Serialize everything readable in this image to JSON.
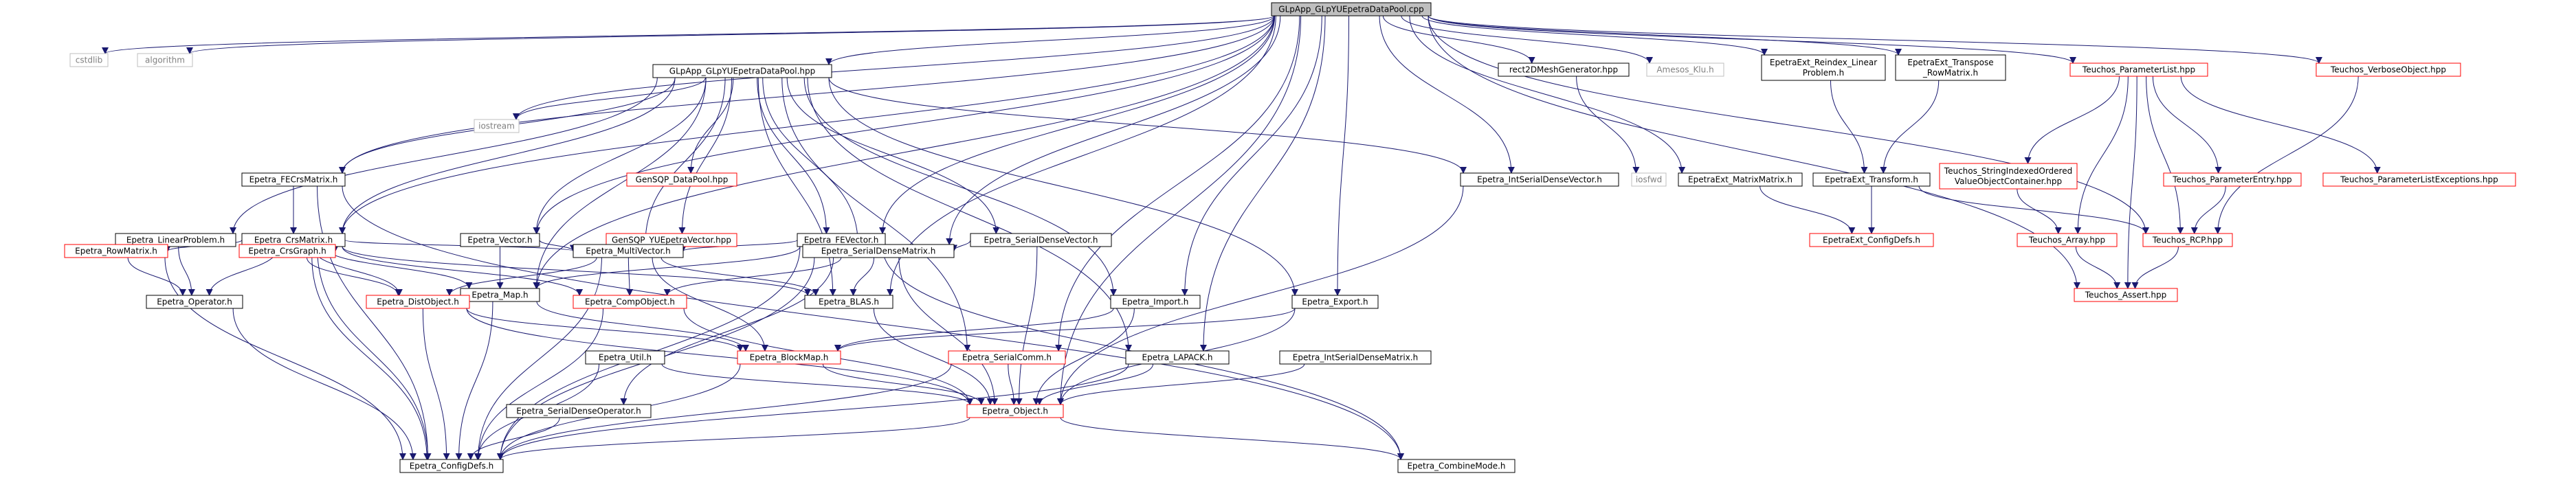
{
  "colors": {
    "edge": "#191970",
    "border_black": "#000000",
    "border_red": "#ff0000",
    "border_gray": "#bfbfbf",
    "text_black": "#000000",
    "text_gray": "#808080",
    "root_fill": "#bfbfbf",
    "node_fill": "#ffffff"
  },
  "nodes": {
    "root": {
      "lines": [
        "GLpApp_GLpYUEpetraDataPool.cpp"
      ],
      "style": "root"
    },
    "cstdlib": {
      "lines": [
        "cstdlib"
      ],
      "style": "gray"
    },
    "algorithm": {
      "lines": [
        "algorithm"
      ],
      "style": "gray"
    },
    "fecrs": {
      "lines": [
        "Epetra_FECrsMatrix.h"
      ],
      "style": "black"
    },
    "hpp": {
      "lines": [
        "GLpApp_GLpYUEpetraDataPool.hpp"
      ],
      "style": "black"
    },
    "iostream": {
      "lines": [
        "iostream"
      ],
      "style": "gray"
    },
    "gensqpdp": {
      "lines": [
        "GenSQP_DataPool.hpp"
      ],
      "style": "red"
    },
    "rect2d": {
      "lines": [
        "rect2DMeshGenerator.hpp"
      ],
      "style": "black"
    },
    "amesos": {
      "lines": [
        "Amesos_Klu.h"
      ],
      "style": "gray"
    },
    "reindex": {
      "lines": [
        "EpetraExt_Reindex_Linear",
        "Problem.h"
      ],
      "style": "black"
    },
    "transpose": {
      "lines": [
        "EpetraExt_Transpose",
        "_RowMatrix.h"
      ],
      "style": "black"
    },
    "plist": {
      "lines": [
        "Teuchos_ParameterList.hpp"
      ],
      "style": "red"
    },
    "verbose": {
      "lines": [
        "Teuchos_VerboseObject.hpp"
      ],
      "style": "red"
    },
    "intsv": {
      "lines": [
        "Epetra_IntSerialDenseVector.h"
      ],
      "style": "black"
    },
    "iosfwd": {
      "lines": [
        "iosfwd"
      ],
      "style": "gray"
    },
    "mmatrix": {
      "lines": [
        "EpetraExt_MatrixMatrix.h"
      ],
      "style": "black"
    },
    "transform": {
      "lines": [
        "EpetraExt_Transform.h"
      ],
      "style": "black"
    },
    "strindexed": {
      "lines": [
        "Teuchos_StringIndexedOrdered",
        "ValueObjectContainer.hpp"
      ],
      "style": "red"
    },
    "pentry": {
      "lines": [
        "Teuchos_ParameterEntry.hpp"
      ],
      "style": "red"
    },
    "plistexc": {
      "lines": [
        "Teuchos_ParameterListExceptions.hpp"
      ],
      "style": "red"
    },
    "linprob": {
      "lines": [
        "Epetra_LinearProblem.h"
      ],
      "style": "black"
    },
    "crs": {
      "lines": [
        "Epetra_CrsMatrix.h"
      ],
      "style": "black"
    },
    "vector": {
      "lines": [
        "Epetra_Vector.h"
      ],
      "style": "black"
    },
    "gensqpyue": {
      "lines": [
        "GenSQP_YUEpetraVector.hpp"
      ],
      "style": "red"
    },
    "fevec": {
      "lines": [
        "Epetra_FEVector.h"
      ],
      "style": "black"
    },
    "sdv": {
      "lines": [
        "Epetra_SerialDenseVector.h"
      ],
      "style": "black"
    },
    "extconfig": {
      "lines": [
        "EpetraExt_ConfigDefs.h"
      ],
      "style": "red"
    },
    "tarray": {
      "lines": [
        "Teuchos_Array.hpp"
      ],
      "style": "red"
    },
    "rcp": {
      "lines": [
        "Teuchos_RCP.hpp"
      ],
      "style": "red"
    },
    "rowmatrix": {
      "lines": [
        "Epetra_RowMatrix.h"
      ],
      "style": "red"
    },
    "crsgraph": {
      "lines": [
        "Epetra_CrsGraph.h"
      ],
      "style": "red"
    },
    "map": {
      "lines": [
        "Epetra_Map.h"
      ],
      "style": "black"
    },
    "multivec": {
      "lines": [
        "Epetra_MultiVector.h"
      ],
      "style": "black"
    },
    "sdm": {
      "lines": [
        "Epetra_SerialDenseMatrix.h"
      ],
      "style": "black"
    },
    "import": {
      "lines": [
        "Epetra_Import.h"
      ],
      "style": "black"
    },
    "export": {
      "lines": [
        "Epetra_Export.h"
      ],
      "style": "black"
    },
    "tassert": {
      "lines": [
        "Teuchos_Assert.hpp"
      ],
      "style": "red"
    },
    "operator": {
      "lines": [
        "Epetra_Operator.h"
      ],
      "style": "black"
    },
    "distobj": {
      "lines": [
        "Epetra_DistObject.h"
      ],
      "style": "red"
    },
    "compobj": {
      "lines": [
        "Epetra_CompObject.h"
      ],
      "style": "red"
    },
    "blas": {
      "lines": [
        "Epetra_BLAS.h"
      ],
      "style": "black"
    },
    "util": {
      "lines": [
        "Epetra_Util.h"
      ],
      "style": "black"
    },
    "blockmap": {
      "lines": [
        "Epetra_BlockMap.h"
      ],
      "style": "red"
    },
    "serialcomm": {
      "lines": [
        "Epetra_SerialComm.h"
      ],
      "style": "red"
    },
    "intsdm": {
      "lines": [
        "Epetra_IntSerialDenseMatrix.h"
      ],
      "style": "black"
    },
    "lapack": {
      "lines": [
        "Epetra_LAPACK.h"
      ],
      "style": "black"
    },
    "sdop": {
      "lines": [
        "Epetra_SerialDenseOperator.h"
      ],
      "style": "black"
    },
    "object": {
      "lines": [
        "Epetra_Object.h"
      ],
      "style": "red"
    },
    "configdefs": {
      "lines": [
        "Epetra_ConfigDefs.h"
      ],
      "style": "black"
    },
    "combinemode": {
      "lines": [
        "Epetra_CombineMode.h"
      ],
      "style": "black"
    }
  },
  "edges": [
    [
      "root",
      "cstdlib"
    ],
    [
      "root",
      "algorithm"
    ],
    [
      "root",
      "fecrs"
    ],
    [
      "root",
      "hpp"
    ],
    [
      "root",
      "iostream"
    ],
    [
      "root",
      "rect2d"
    ],
    [
      "root",
      "amesos"
    ],
    [
      "root",
      "reindex"
    ],
    [
      "root",
      "transpose"
    ],
    [
      "root",
      "plist"
    ],
    [
      "root",
      "verbose"
    ],
    [
      "root",
      "mmatrix"
    ],
    [
      "root",
      "intsv"
    ],
    [
      "root",
      "crs"
    ],
    [
      "root",
      "vector"
    ],
    [
      "root",
      "fevec"
    ],
    [
      "root",
      "map"
    ],
    [
      "root",
      "sdm"
    ],
    [
      "root",
      "import"
    ],
    [
      "root",
      "export"
    ],
    [
      "root",
      "blas"
    ],
    [
      "root",
      "serialcomm"
    ],
    [
      "root",
      "lapack"
    ],
    [
      "root",
      "rcp"
    ],
    [
      "root",
      "tassert"
    ],
    [
      "root",
      "object"
    ],
    [
      "hpp",
      "fecrs"
    ],
    [
      "hpp",
      "iostream"
    ],
    [
      "hpp",
      "gensqpdp"
    ],
    [
      "hpp",
      "intsv"
    ],
    [
      "hpp",
      "linprob"
    ],
    [
      "hpp",
      "crs"
    ],
    [
      "hpp",
      "vector"
    ],
    [
      "hpp",
      "gensqpyue"
    ],
    [
      "hpp",
      "fevec"
    ],
    [
      "hpp",
      "sdv"
    ],
    [
      "hpp",
      "map"
    ],
    [
      "hpp",
      "multivec"
    ],
    [
      "hpp",
      "sdm"
    ],
    [
      "hpp",
      "import"
    ],
    [
      "hpp",
      "export"
    ],
    [
      "hpp",
      "blas"
    ],
    [
      "hpp",
      "serialcomm"
    ],
    [
      "hpp",
      "lapack"
    ],
    [
      "fecrs",
      "crs"
    ],
    [
      "fecrs",
      "configdefs"
    ],
    [
      "fecrs",
      "combinemode"
    ],
    [
      "rect2d",
      "iosfwd"
    ],
    [
      "reindex",
      "transform"
    ],
    [
      "transpose",
      "transform"
    ],
    [
      "transform",
      "extconfig"
    ],
    [
      "transform",
      "rcp"
    ],
    [
      "mmatrix",
      "extconfig"
    ],
    [
      "plist",
      "strindexed"
    ],
    [
      "plist",
      "pentry"
    ],
    [
      "plist",
      "plistexc"
    ],
    [
      "plist",
      "tarray"
    ],
    [
      "plist",
      "rcp"
    ],
    [
      "plist",
      "tassert"
    ],
    [
      "verbose",
      "rcp"
    ],
    [
      "strindexed",
      "tarray"
    ],
    [
      "pentry",
      "rcp"
    ],
    [
      "tarray",
      "tassert"
    ],
    [
      "rcp",
      "tassert"
    ],
    [
      "intsv",
      "object"
    ],
    [
      "linprob",
      "rowmatrix"
    ],
    [
      "linprob",
      "operator"
    ],
    [
      "crs",
      "rowmatrix"
    ],
    [
      "crs",
      "crsgraph"
    ],
    [
      "crs",
      "map"
    ],
    [
      "crs",
      "operator"
    ],
    [
      "crs",
      "distobj"
    ],
    [
      "crs",
      "configdefs"
    ],
    [
      "crs",
      "multivec"
    ],
    [
      "crs",
      "compobj"
    ],
    [
      "crs",
      "blas"
    ],
    [
      "vector",
      "map"
    ],
    [
      "vector",
      "multivec"
    ],
    [
      "gensqpyue",
      "multivec"
    ],
    [
      "fevec",
      "map"
    ],
    [
      "fevec",
      "multivec"
    ],
    [
      "fevec",
      "configdefs"
    ],
    [
      "fevec",
      "combinemode"
    ],
    [
      "sdv",
      "sdm"
    ],
    [
      "sdv",
      "object"
    ],
    [
      "rowmatrix",
      "operator"
    ],
    [
      "rowmatrix",
      "configdefs"
    ],
    [
      "crsgraph",
      "distobj"
    ],
    [
      "crsgraph",
      "configdefs"
    ],
    [
      "map",
      "blockmap"
    ],
    [
      "map",
      "configdefs"
    ],
    [
      "multivec",
      "distobj"
    ],
    [
      "multivec",
      "compobj"
    ],
    [
      "multivec",
      "blas"
    ],
    [
      "multivec",
      "configdefs"
    ],
    [
      "multivec",
      "blockmap"
    ],
    [
      "sdm",
      "compobj"
    ],
    [
      "sdm",
      "blas"
    ],
    [
      "sdm",
      "object"
    ],
    [
      "sdm",
      "sdop"
    ],
    [
      "sdm",
      "configdefs"
    ],
    [
      "import",
      "blockmap"
    ],
    [
      "import",
      "object"
    ],
    [
      "export",
      "blockmap"
    ],
    [
      "export",
      "object"
    ],
    [
      "operator",
      "configdefs"
    ],
    [
      "distobj",
      "configdefs"
    ],
    [
      "distobj",
      "object"
    ],
    [
      "distobj",
      "blockmap"
    ],
    [
      "compobj",
      "configdefs"
    ],
    [
      "compobj",
      "object"
    ],
    [
      "blas",
      "object"
    ],
    [
      "util",
      "object"
    ],
    [
      "util",
      "configdefs"
    ],
    [
      "blockmap",
      "object"
    ],
    [
      "blockmap",
      "configdefs"
    ],
    [
      "serialcomm",
      "object"
    ],
    [
      "serialcomm",
      "configdefs"
    ],
    [
      "intsdm",
      "object"
    ],
    [
      "lapack",
      "object"
    ],
    [
      "lapack",
      "configdefs"
    ],
    [
      "sdop",
      "configdefs"
    ],
    [
      "object",
      "configdefs"
    ],
    [
      "object",
      "combinemode"
    ]
  ]
}
